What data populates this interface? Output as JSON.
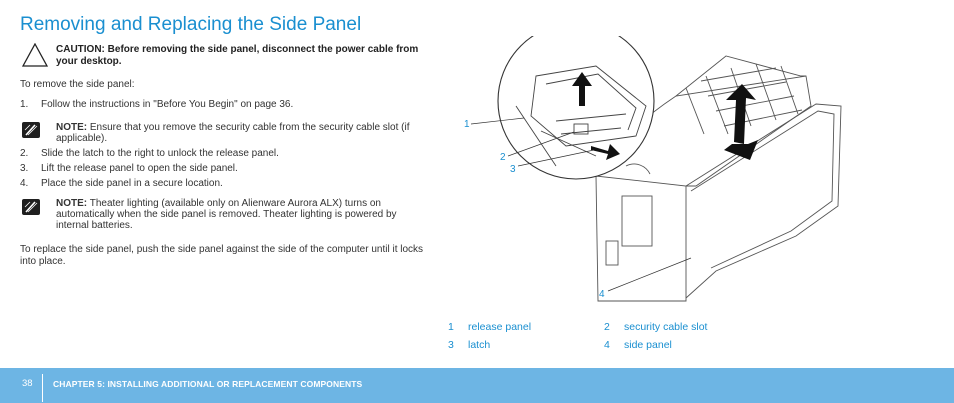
{
  "title": "Removing and Replacing the Side Panel",
  "caution": {
    "text": "CAUTION: Before removing the side panel, disconnect the power cable from your desktop.",
    "icon": "caution-triangle-icon"
  },
  "remove_intro": "To remove the side panel:",
  "steps": [
    {
      "num": "1.",
      "text": "Follow the instructions in \"Before You Begin\" on page 36."
    },
    {
      "num": "2.",
      "text": "Slide the latch to the right to unlock the release panel."
    },
    {
      "num": "3.",
      "text": "Lift the release panel to open the side panel."
    },
    {
      "num": "4.",
      "text": "Place the side panel in a secure location."
    }
  ],
  "note1": {
    "label": "NOTE:",
    "text": " Ensure that you remove the security cable from the security cable slot (if applicable).",
    "icon": "note-pencil-icon"
  },
  "note2": {
    "label": "NOTE:",
    "text": " Theater lighting (available only on Alienware Aurora ALX) turns on automatically when the side panel is removed. Theater lighting is powered by internal batteries.",
    "icon": "note-pencil-icon"
  },
  "replace_text": "To replace the side panel, push the side panel against the side of the computer until it locks into place.",
  "callouts": [
    "1",
    "2",
    "3",
    "4"
  ],
  "legend": [
    {
      "num": "1",
      "label": "release panel"
    },
    {
      "num": "2",
      "label": "security cable slot"
    },
    {
      "num": "3",
      "label": "latch"
    },
    {
      "num": "4",
      "label": "side panel"
    }
  ],
  "footer": {
    "page_number": "38",
    "chapter": "CHAPTER 5: INSTALLING ADDITIONAL OR REPLACEMENT COMPONENTS"
  },
  "colors": {
    "accent": "#1a8fd0",
    "footer_bg": "#6db5e4"
  }
}
